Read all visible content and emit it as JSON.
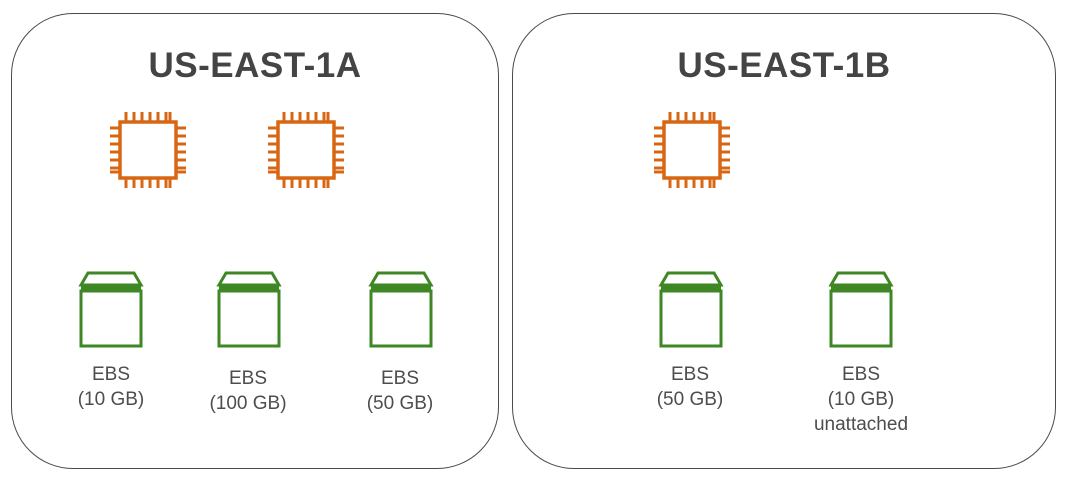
{
  "zones": [
    {
      "title": "US-EAST-1A",
      "volumes": [
        {
          "name": "EBS",
          "size": "(10 GB)",
          "note": ""
        },
        {
          "name": "EBS",
          "size": "(100 GB)",
          "note": ""
        },
        {
          "name": "EBS",
          "size": "(50 GB)",
          "note": ""
        }
      ]
    },
    {
      "title": "US-EAST-1B",
      "volumes": [
        {
          "name": "EBS",
          "size": "(50 GB)",
          "note": ""
        },
        {
          "name": "EBS",
          "size": "(10 GB)",
          "note": "unattached"
        }
      ]
    }
  ],
  "icons": {
    "instance": "ec2-instance-chip-icon",
    "volume": "ebs-volume-icon"
  },
  "colors": {
    "instance": "#d86613",
    "volume": "#3f8624",
    "border": "#4a4a4a",
    "arrow": "#555555",
    "text": "#4d4d4d"
  }
}
